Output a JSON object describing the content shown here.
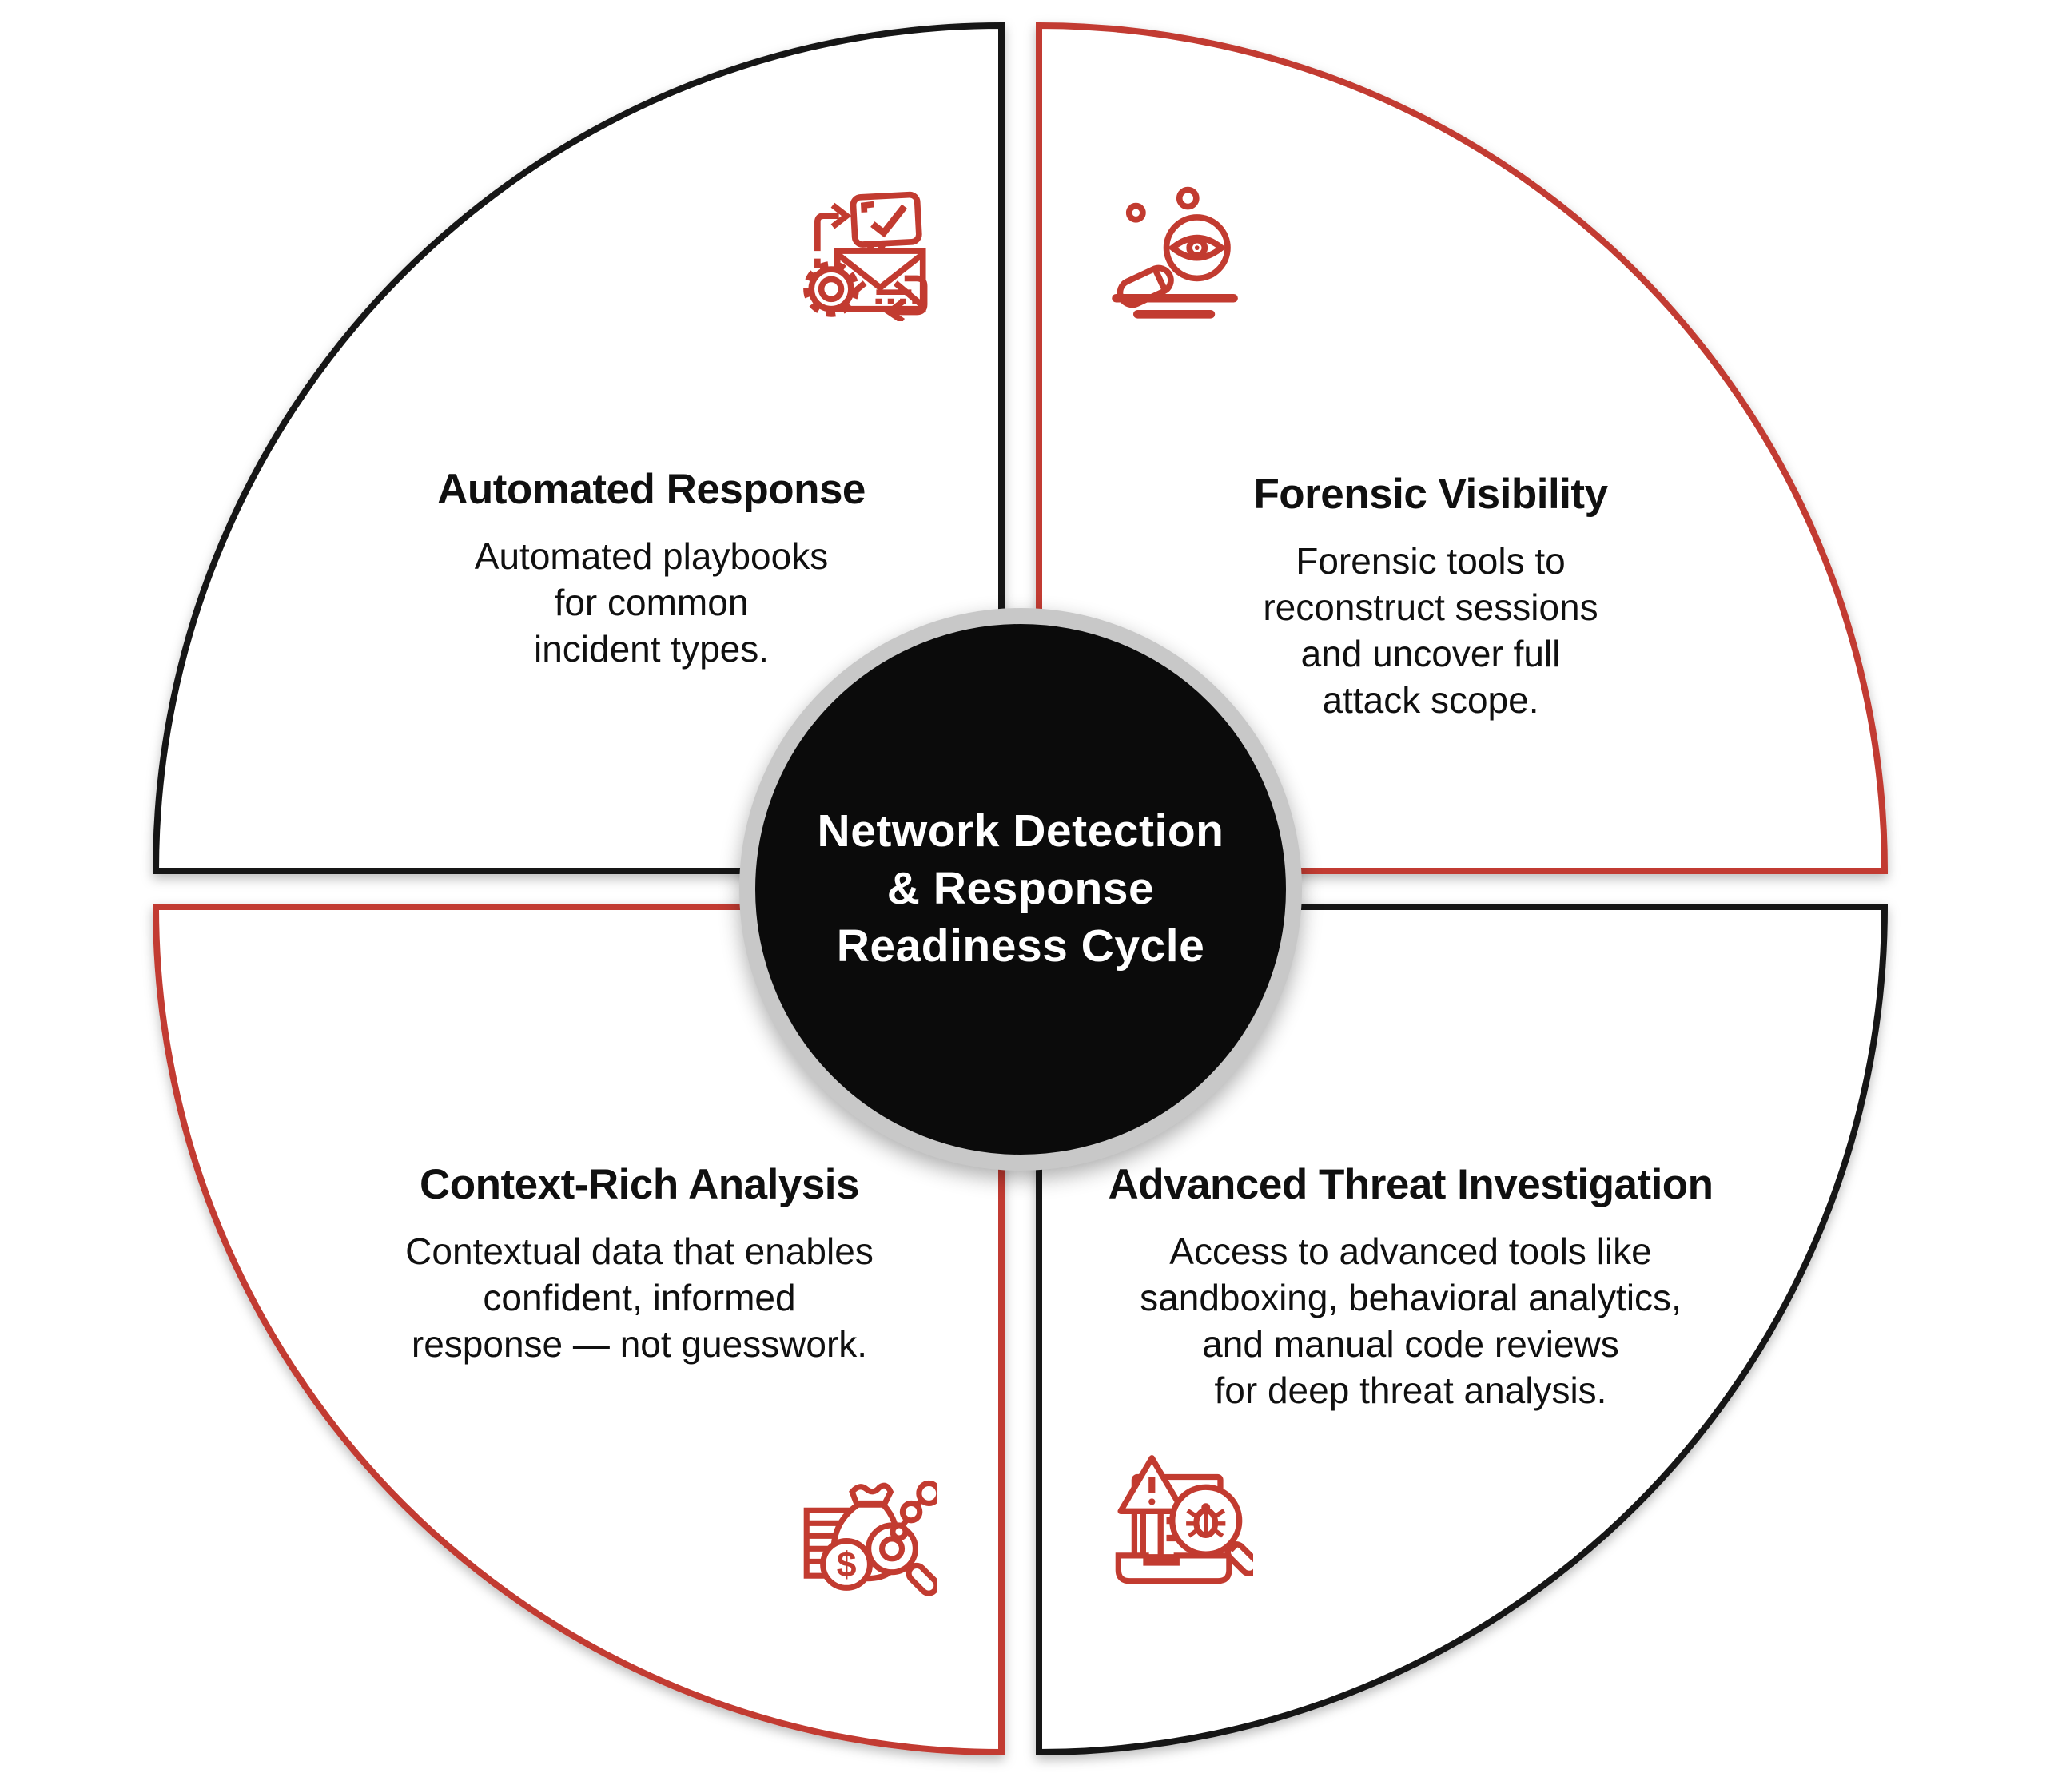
{
  "diagram": {
    "title_circle": {
      "lines": [
        "Network Detection",
        "& Response",
        "Readiness Cycle"
      ],
      "fill": "#0b0b0b",
      "ring": "#c8c8c8",
      "text_color": "#ffffff"
    },
    "colors": {
      "accent_red": "#c23b30",
      "outline_black": "#141414",
      "background": "#ffffff",
      "text": "#101010"
    },
    "quadrants": [
      {
        "id": "automated-response",
        "position": "top-left",
        "outline": "black",
        "icon": "automation-envelope-gear-icon",
        "title": "Automated Response",
        "body_lines": [
          "Automated playbooks",
          "for common",
          "incident types."
        ]
      },
      {
        "id": "forensic-visibility",
        "position": "top-right",
        "outline": "red",
        "icon": "forensic-magnifier-eye-icon",
        "title": "Forensic Visibility",
        "body_lines": [
          "Forensic tools to",
          "reconstruct sessions",
          "and uncover full",
          "attack scope."
        ]
      },
      {
        "id": "context-rich-analysis",
        "position": "bottom-left",
        "outline": "red",
        "icon": "data-analysis-magnifier-icon",
        "title": "Context-Rich Analysis",
        "body_lines": [
          "Contextual data that enables",
          "confident, informed",
          "response — not guesswork."
        ]
      },
      {
        "id": "advanced-threat-investigation",
        "position": "bottom-right",
        "outline": "black",
        "icon": "threat-bug-magnifier-icon",
        "title": "Advanced Threat Investigation",
        "body_lines": [
          "Access to advanced tools like",
          "sandboxing, behavioral analytics,",
          "and manual code reviews",
          "for deep threat analysis."
        ]
      }
    ]
  }
}
